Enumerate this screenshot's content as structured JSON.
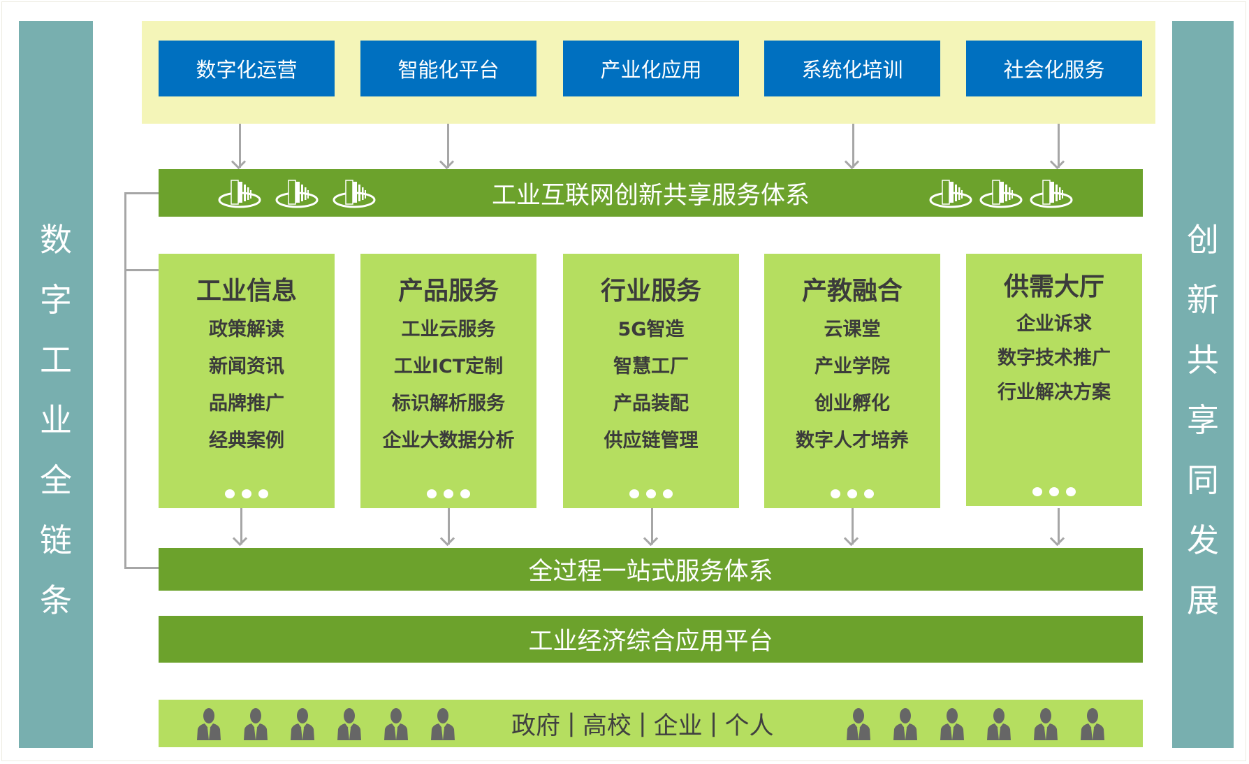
{
  "left_label": [
    "数",
    "字",
    "工",
    "业",
    "全",
    "链",
    "条"
  ],
  "right_label": [
    "创",
    "新",
    "共",
    "享",
    "同",
    "发",
    "展"
  ],
  "top_boxes": [
    "数字化运营",
    "智能化平台",
    "产业化应用",
    "系统化培训",
    "社会化服务"
  ],
  "band_service_system": "工业互联网创新共享服务体系",
  "cards": [
    {
      "title": "工业信息",
      "items": [
        "政策解读",
        "新闻资讯",
        "品牌推广",
        "经典案例"
      ]
    },
    {
      "title": "产品服务",
      "items": [
        "工业云服务",
        "工业ICT定制",
        "标识解析服务",
        "企业大数据分析"
      ]
    },
    {
      "title": "行业服务",
      "items": [
        "5G智造",
        "智慧工厂",
        "产品装配",
        "供应链管理"
      ]
    },
    {
      "title": "产教融合",
      "items": [
        "云课堂",
        "产业学院",
        "创业孵化",
        "数字人才培养"
      ]
    },
    {
      "title": "供需大厅",
      "items": [
        "企业诉求",
        "数字技术推广",
        "行业解决方案"
      ]
    }
  ],
  "band_one_stop": "全过程一站式服务体系",
  "band_platform": "工业经济综合应用平台",
  "stakeholders": [
    "政府",
    "高校",
    "企业",
    "个人"
  ],
  "separator": "|",
  "colors": {
    "teal": "#78afaf",
    "yellow": "#f4f5b8",
    "blue": "#0070c0",
    "dark_green": "#6ca22c",
    "light_green": "#b5de60"
  }
}
